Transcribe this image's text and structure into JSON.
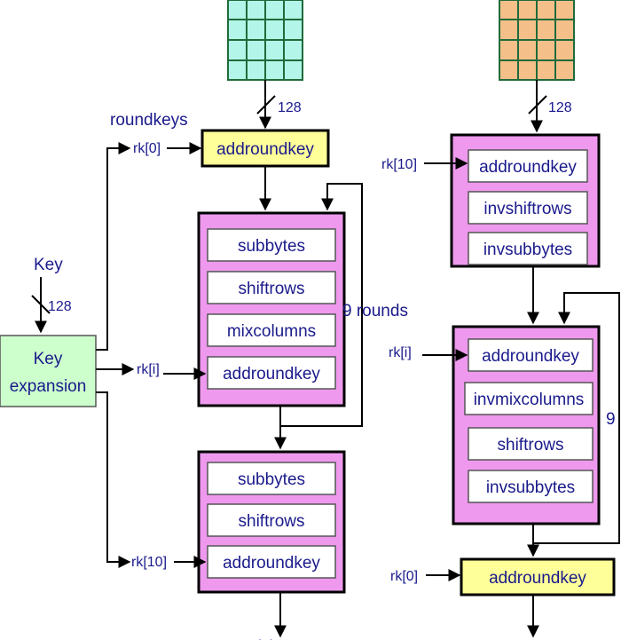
{
  "labels": {
    "roundkeys": "roundkeys",
    "key": "Key",
    "key_bits": "128",
    "input_bits_left": "128",
    "input_bits_right": "128",
    "nine_rounds": "9 rounds",
    "nine_right": "9",
    "rk0": "rk[0]",
    "rki_left": "rk[i]",
    "rk10_left": "rk[10]",
    "rk10_right": "rk[10]",
    "rki_right": "rk[i]",
    "rk0_right": "rk[0]",
    "key_expansion_line1": "Key",
    "key_expansion_line2": "expansion",
    "bottom_partial": "ciphertext"
  },
  "encrypt": {
    "initial": "addroundkey",
    "round": [
      "subbytes",
      "shiftrows",
      "mixcolumns",
      "addroundkey"
    ],
    "final": [
      "subbytes",
      "shiftrows",
      "addroundkey"
    ]
  },
  "decrypt": {
    "initial": [
      "addroundkey",
      "invshiftrows",
      "invsubbytes"
    ],
    "round": [
      "addroundkey",
      "invmixcolumns",
      "shiftrows",
      "invsubbytes"
    ],
    "final": "addroundkey"
  },
  "colors": {
    "plain_grid": "#b3f5e8",
    "cipher_grid": "#f5bf8a",
    "grid_line": "#1f6b3a",
    "round_box": "#ee99ee",
    "yellow_box": "#ffff99",
    "key_box": "#ccffcc",
    "text": "#1a1a8c"
  }
}
